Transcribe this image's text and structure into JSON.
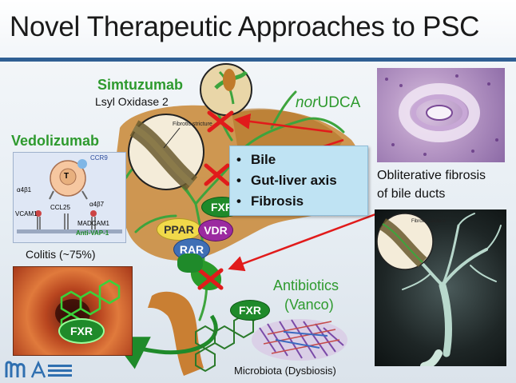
{
  "slide": {
    "title": "Novel Therapeutic Approaches to PSC"
  },
  "drugs": {
    "simtuzumab": "Simtuzumab",
    "simtuzumab_target": "Lsyl Oxidase 2",
    "norudca_prefix": "nor",
    "norudca_suffix": "UDCA",
    "vedolizumab": "Vedolizumab",
    "antibiotics": "Antibiotics",
    "antibiotics_detail": "(Vanco)"
  },
  "effects_box": {
    "items": [
      "Bile",
      "Gut-liver axis",
      "Fibrosis"
    ]
  },
  "receptors": {
    "fxr": "FXR",
    "ppar": "PPAR",
    "vdr": "VDR",
    "rar": "RAR",
    "fxr_colon": "FXR",
    "fxr_gut": "FXR"
  },
  "lymphocyte_panel": {
    "cell": "T",
    "ccr9": "CCR9",
    "a4b1": "α4β1",
    "a4b7": "α4β7",
    "vcam1": "VCAM1",
    "ccl25": "CCL25",
    "madcam1": "MADCAM1",
    "anti_vap1": "Anti-VAP-1"
  },
  "captions": {
    "colitis": "Colitis (~75%)",
    "fibrosis_line1": "Obliterative fibrosis",
    "fibrosis_line2": "of bile ducts",
    "microbiota": "Microbiota (Dysbiosis)",
    "fibrotic_stricture": "Fibrotic stricture",
    "fibrotic_stricture_inset": "Fibrotic stricture"
  },
  "colors": {
    "title_rule": "#2f5f93",
    "drug_green": "#2e9a2e",
    "liver": "#c98a3a",
    "inhibit_red": "#e11b1b",
    "box_blue": "#bfe3f3",
    "fxr_green": "#1f8a2a",
    "ppar_yellow": "#f1d94a",
    "vdr_purple": "#9b2aa0",
    "rar_blue": "#3f6fb5"
  }
}
